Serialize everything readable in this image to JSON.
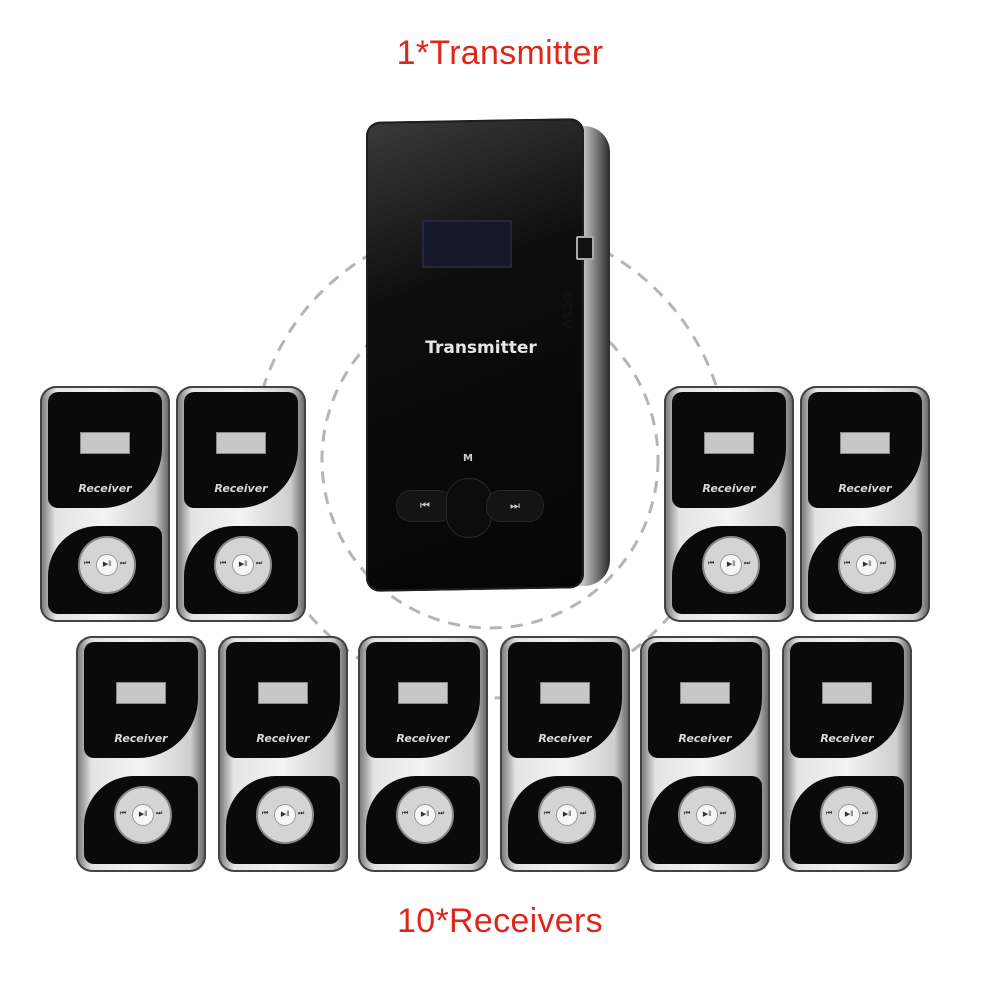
{
  "captions": {
    "top": "1*Transmitter",
    "bottom": "10*Receivers",
    "color": "#e0251b"
  },
  "transmitter": {
    "label": "Transmitter",
    "mode_label": "M",
    "prev_icon": "⏮",
    "next_icon": "⏭",
    "port_label": "DC5V"
  },
  "receiver": {
    "label": "Receiver",
    "play_icon": "▶‖",
    "prev_icon": "⏮",
    "next_icon": "⏭"
  },
  "receiver_count": 10,
  "ring_color": "#b5b5b5"
}
